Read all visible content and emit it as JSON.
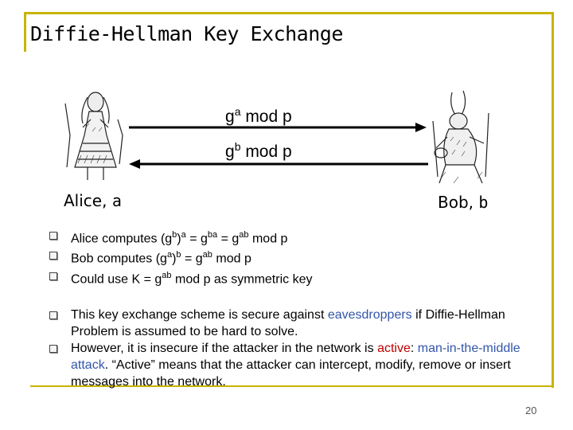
{
  "slide": {
    "title": "Diffie-Hellman Key Exchange",
    "page_number": "20"
  },
  "diagram": {
    "alice": {
      "name": "Alice,",
      "secret": "a"
    },
    "bob": {
      "name": "Bob,",
      "secret": "b"
    },
    "msg_to_bob": {
      "base": "g",
      "exp": "a",
      "rest": " mod p"
    },
    "msg_to_alice": {
      "base": "g",
      "exp": "b",
      "rest": " mod p"
    }
  },
  "bullets": {
    "b1": {
      "p1": "Alice computes (g",
      "e1": "b",
      "p2": ")",
      "e2": "a",
      "p3": " = g",
      "e3": "ba",
      "p4": " = g",
      "e4": "ab",
      "p5": " mod p"
    },
    "b2": {
      "p1": "Bob computes (g",
      "e1": "a",
      "p2": ")",
      "e2": "b",
      "p3": " = g",
      "e3": "ab",
      "p4": " mod p"
    },
    "b3": {
      "p1": "Could use K = g",
      "e1": "ab",
      "p2": " mod p as symmetric key"
    },
    "b4": {
      "p1": "This key exchange scheme is secure against ",
      "hl": "eavesdroppers",
      "p2": " if Diffie-Hellman Problem is assumed to be hard to solve."
    },
    "b5": {
      "p1": "However, it is insecure if the attacker in the network is ",
      "hl1": "active",
      "p2": ": ",
      "hl2": "man-in-the-middle attack",
      "p3": ". “Active” means that the attacker can intercept, modify, remove or insert messages into the network."
    }
  },
  "colors": {
    "accent_rule": "#c8b400",
    "highlight_blue": "#3355aa",
    "highlight_red": "#c00000"
  }
}
